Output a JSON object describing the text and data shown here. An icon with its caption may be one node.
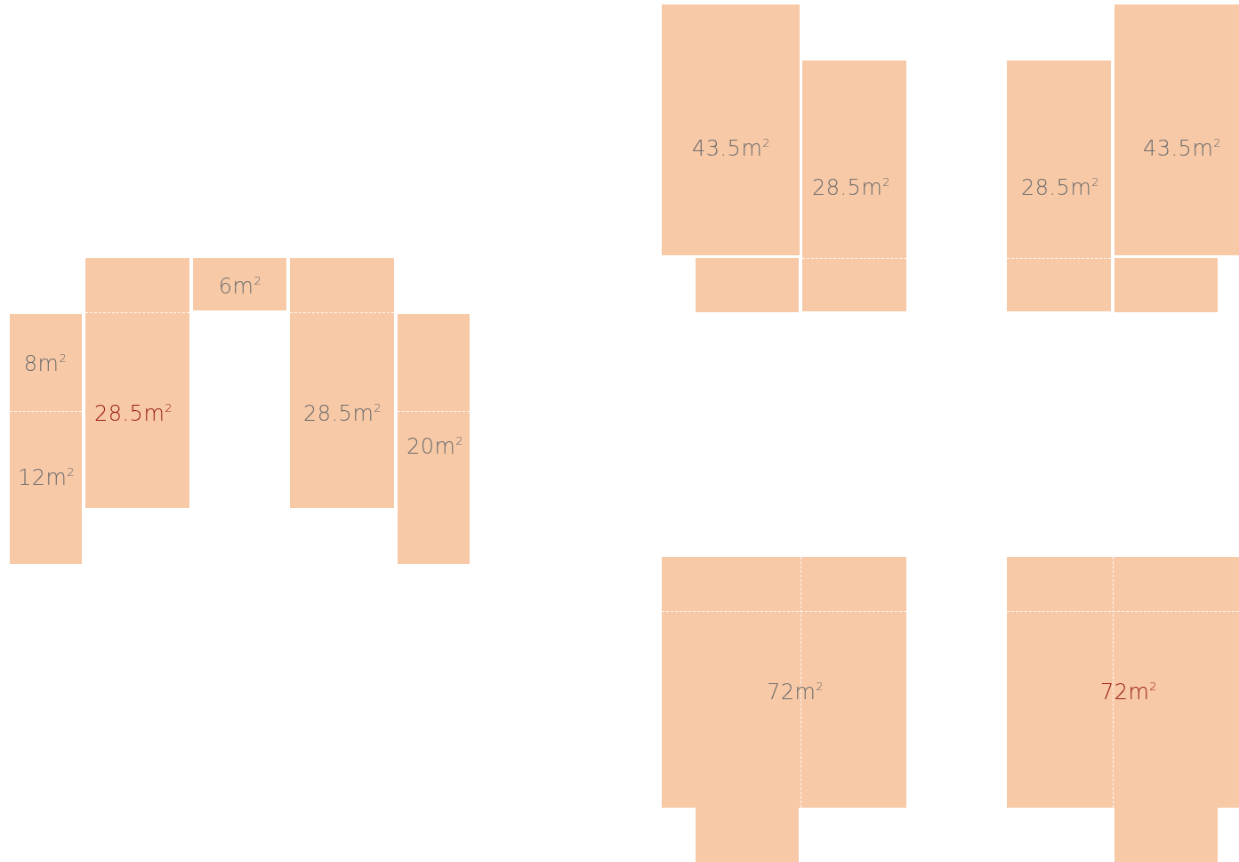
{
  "diagram": {
    "nodes": [
      {
        "text": [
          "43.5m$^{2}$"
        ]
      },
      {
        "text": [
          "28.5m$^{2}$"
        ]
      },
      {
        "text": [
          "28.5m$^{2}$"
        ]
      },
      {
        "text": [
          "43.5m$^{2}$"
        ]
      },
      {
        "text": [
          "6m$^{2}$"
        ]
      },
      {
        "text": [
          "28.5m$^{2}$"
        ]
      },
      {
        "text": [
          "28.5m$^{2}$"
        ]
      },
      {
        "text": [
          "8m$^{2}$"
        ]
      },
      {
        "text": [
          "12m$^{2}$"
        ]
      },
      {
        "text": [
          "20m$^{2}$"
        ]
      },
      {
        "text": [
          "72m$^{2}$"
        ]
      },
      {
        "text": [
          "72m$^{2}$"
        ]
      },
      {
        "text": [],
        "shape": "box"
      },
      {
        "text": [],
        "shape": "box"
      },
      {
        "text": [],
        "shape": "box"
      },
      {
        "text": [],
        "shape": "box"
      }
    ]
  }
}
